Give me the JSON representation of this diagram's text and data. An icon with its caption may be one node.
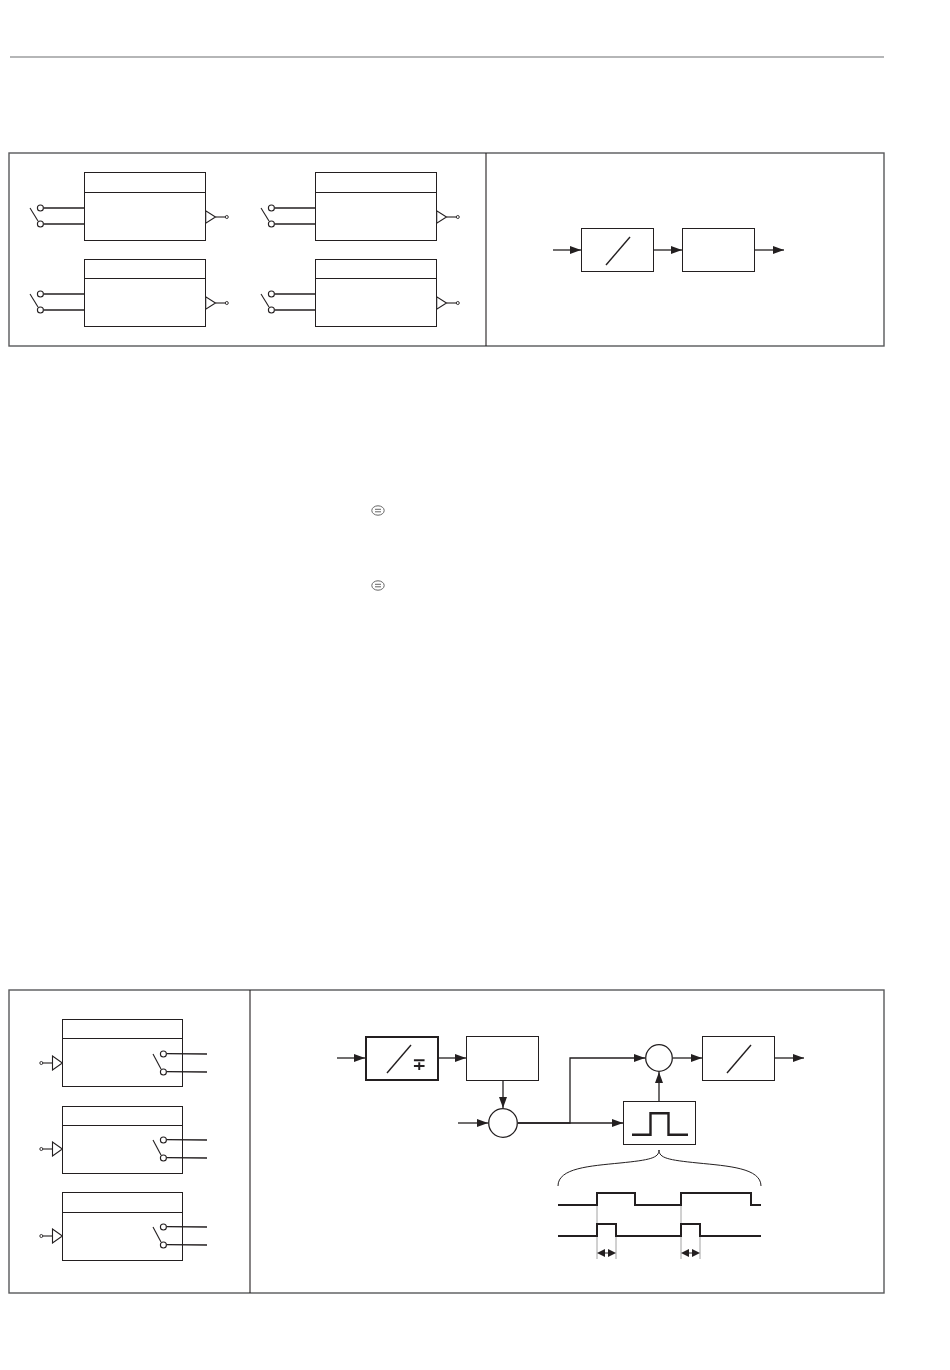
{
  "diagram": {
    "nodes": [
      {
        "text": [],
        "shape": "switch"
      },
      {
        "text": [],
        "shape": "box"
      },
      {
        "text": [],
        "shape": "switch"
      },
      {
        "text": [],
        "shape": "box"
      },
      {
        "text": [],
        "shape": "switch"
      },
      {
        "text": [],
        "shape": "box"
      },
      {
        "text": [],
        "shape": "switch"
      },
      {
        "text": [],
        "shape": "box"
      },
      {
        "text": [],
        "shape": "box"
      },
      {
        "text": [],
        "shape": "box"
      },
      {
        "text": [],
        "shape": "box"
      },
      {
        "text": [],
        "shape": "switch",
        "in": 10
      },
      {
        "text": [],
        "shape": "box"
      },
      {
        "text": [],
        "shape": "switch",
        "in": 12
      },
      {
        "text": [],
        "shape": "box"
      },
      {
        "text": [],
        "shape": "switch",
        "in": 14
      },
      {
        "text": [
          "∓"
        ]
      },
      {
        "text": [],
        "shape": "box"
      },
      {
        "text": [],
        "shape": "circle"
      },
      {
        "text": [],
        "shape": "box"
      },
      {
        "text": [],
        "shape": "circle"
      },
      {
        "text": [],
        "shape": "box"
      }
    ],
    "edges": [
      {
        "from": 0,
        "to": 1,
        "arrow": "none"
      },
      {
        "from": 0,
        "to": 1,
        "arrow": "none"
      },
      {
        "from": 2,
        "to": 3,
        "arrow": "none"
      },
      {
        "from": 2,
        "to": 3,
        "arrow": "none"
      },
      {
        "from": 4,
        "to": 5,
        "arrow": "none"
      },
      {
        "from": 4,
        "to": 5,
        "arrow": "none"
      },
      {
        "from": 6,
        "to": 7,
        "arrow": "none"
      },
      {
        "from": 6,
        "to": 7,
        "arrow": "none"
      },
      {
        "from": null,
        "to": 8,
        "arrow": "to"
      },
      {
        "from": 8,
        "to": 9,
        "arrow": "to"
      },
      {
        "from": 9,
        "to": null,
        "arrow": "to"
      },
      {
        "from": 11,
        "to": null,
        "arrow": "none"
      },
      {
        "from": 11,
        "to": null,
        "arrow": "none"
      },
      {
        "from": 13,
        "to": null,
        "arrow": "none"
      },
      {
        "from": 13,
        "to": null,
        "arrow": "none"
      },
      {
        "from": 15,
        "to": null,
        "arrow": "none"
      },
      {
        "from": 15,
        "to": null,
        "arrow": "none"
      },
      {
        "from": null,
        "to": 16,
        "arrow": "to"
      },
      {
        "from": 16,
        "to": 17,
        "arrow": "to"
      },
      {
        "from": 17,
        "to": 20,
        "arrow": "to"
      },
      {
        "from": null,
        "to": 20,
        "arrow": "to"
      },
      {
        "from": 20,
        "to": 21,
        "arrow": "to"
      },
      {
        "from": 20,
        "to": 18,
        "arrow": "to"
      },
      {
        "from": 21,
        "to": 18,
        "arrow": "to"
      },
      {
        "from": 18,
        "to": 19,
        "arrow": "to"
      },
      {
        "from": 19,
        "to": null,
        "arrow": "to"
      }
    ]
  }
}
